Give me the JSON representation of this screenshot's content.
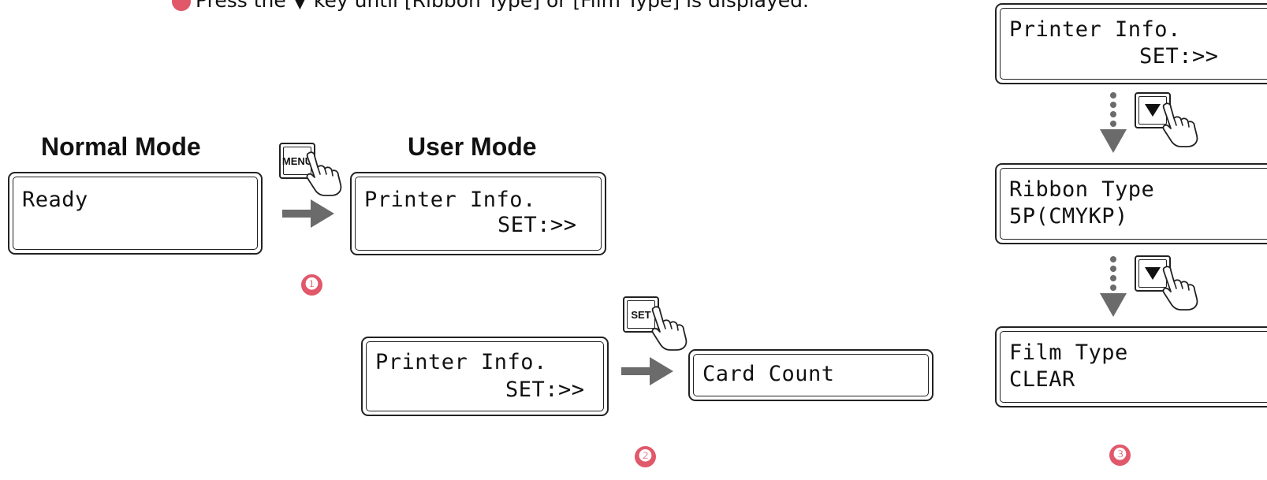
{
  "instruction": "Press the ▼ key until [Ribbon Type] or [Film Type] is displayed.",
  "normal_mode": {
    "label": "Normal Mode",
    "lcd": {
      "line1": "Ready",
      "line2": ""
    }
  },
  "user_mode": {
    "label": "User Mode",
    "lcd": {
      "line1": "Printer Info.",
      "line2": "SET:>>"
    }
  },
  "keys": {
    "menu": "MENU",
    "set": "SET",
    "down_symbol": "▼"
  },
  "step2": {
    "lcd_before": {
      "line1": "Printer Info.",
      "line2": "SET:>>"
    },
    "lcd_after": {
      "line1": "Card Count"
    }
  },
  "step3": {
    "lcd_printer": {
      "line1": "Printer Info.",
      "line2": "SET:>>"
    },
    "lcd_ribbon": {
      "line1": "Ribbon Type",
      "line2": "5P(CMYKP)"
    },
    "lcd_film": {
      "line1": "Film Type",
      "line2": "CLEAR"
    }
  },
  "steps": [
    "❶",
    "❷",
    "❸"
  ],
  "colors": {
    "step_badge": "#e0586a",
    "arrow": "#6b6b6b",
    "text": "#111111"
  }
}
